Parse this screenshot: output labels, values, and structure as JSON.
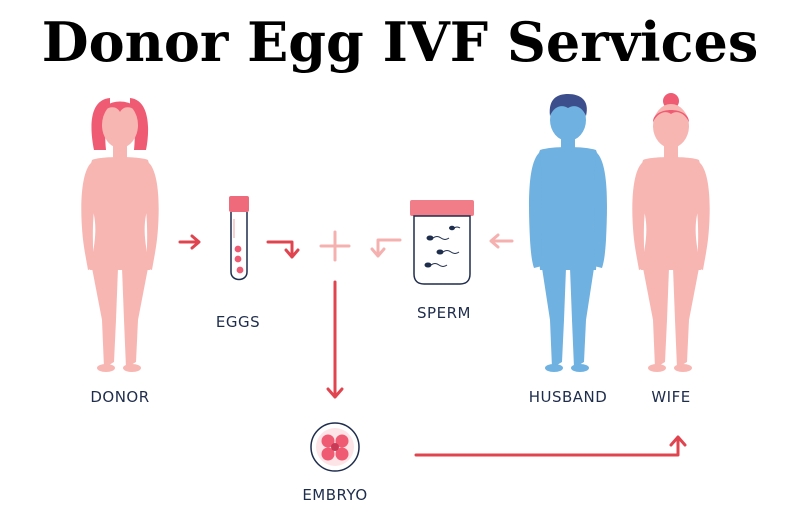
{
  "title": "Donor Egg IVF Services",
  "labels": {
    "donor": "DONOR",
    "eggs": "EGGS",
    "sperm": "SPERM",
    "husband": "HUSBAND",
    "wife": "WIFE",
    "embryo": "EMBRYO"
  },
  "colors": {
    "skin_pink": "#f8b6b2",
    "hair_pink": "#ef5b73",
    "husband_blue": "#6fb1e0",
    "husband_hair": "#3c4f8c",
    "arrow_red": "#e0454f",
    "arrow_light": "#f5b0b0",
    "cup_lid": "#f17d89",
    "tube_cap": "#ef6a7a",
    "label_text": "#1f2d4d",
    "title_text": "#000000"
  }
}
